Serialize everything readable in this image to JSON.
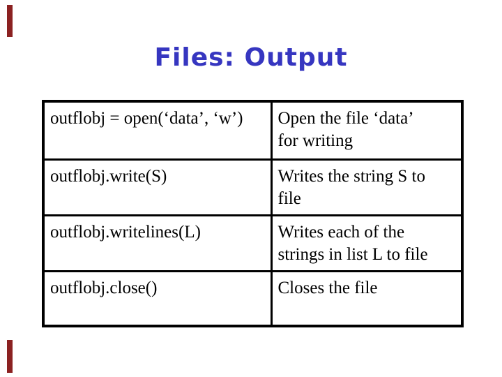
{
  "colors": {
    "title_blue": "#3636C0",
    "accent_maroon": "#8B2121",
    "table_border": "#000000",
    "text_black": "#000000",
    "background": "#FFFFFF"
  },
  "slide": {
    "title": "Files: Output",
    "table": {
      "rows": [
        {
          "code": "outflobj = open(‘data’, ‘w’)",
          "desc": [
            "Open the file ‘data’",
            "for writing"
          ]
        },
        {
          "code": "outflobj.write(S)",
          "desc": [
            "Writes the string S to",
            "file"
          ]
        },
        {
          "code": "outflobj.writelines(L)",
          "desc": [
            "Writes each of the",
            "strings in list L to file"
          ]
        },
        {
          "code": "outflobj.close()",
          "desc": [
            "Closes the file"
          ]
        }
      ]
    }
  }
}
